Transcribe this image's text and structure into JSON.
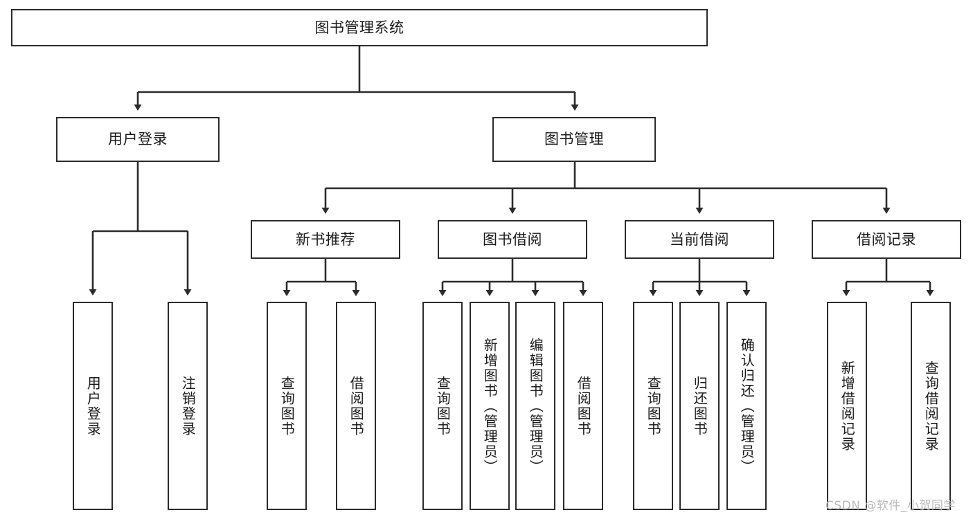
{
  "diagram": {
    "type": "tree-hierarchy-chart",
    "title": "图书管理系统",
    "root": {
      "id": "root",
      "label": "图书管理系统"
    },
    "level2": [
      {
        "id": "user-login",
        "label": "用户登录"
      },
      {
        "id": "book-management",
        "label": "图书管理"
      }
    ],
    "level3": [
      {
        "id": "new-book-recommend",
        "label": "新书推荐",
        "parent": "book-management"
      },
      {
        "id": "book-borrow",
        "label": "图书借阅",
        "parent": "book-management"
      },
      {
        "id": "current-borrow",
        "label": "当前借阅",
        "parent": "book-management"
      },
      {
        "id": "borrow-record",
        "label": "借阅记录",
        "parent": "book-management"
      }
    ],
    "leaves": [
      {
        "id": "leaf-user-login",
        "label": "用户登录",
        "parent": "user-login"
      },
      {
        "id": "leaf-logout-login",
        "label": "注销登录",
        "parent": "user-login"
      },
      {
        "id": "leaf-query-book-1",
        "label": "查询图书",
        "parent": "new-book-recommend"
      },
      {
        "id": "leaf-borrow-book-1",
        "label": "借阅图书",
        "parent": "new-book-recommend"
      },
      {
        "id": "leaf-query-book-2",
        "label": "查询图书",
        "parent": "book-borrow"
      },
      {
        "id": "leaf-add-book",
        "label": "新增图书（管理员）",
        "parent": "book-borrow"
      },
      {
        "id": "leaf-edit-book",
        "label": "编辑图书（管理员）",
        "parent": "book-borrow"
      },
      {
        "id": "leaf-borrow-book-2",
        "label": "借阅图书",
        "parent": "book-borrow"
      },
      {
        "id": "leaf-query-book-3",
        "label": "查询图书",
        "parent": "current-borrow"
      },
      {
        "id": "leaf-return-book",
        "label": "归还图书",
        "parent": "current-borrow"
      },
      {
        "id": "leaf-confirm-return",
        "label": "确认归还（管理员）",
        "parent": "current-borrow"
      },
      {
        "id": "leaf-add-record",
        "label": "新增借阅记录",
        "parent": "borrow-record"
      },
      {
        "id": "leaf-query-record",
        "label": "查询借阅记录",
        "parent": "borrow-record"
      }
    ],
    "colors": {
      "stroke": "#2b2b2b",
      "fill": "#ffffff",
      "text": "#1a1a1a",
      "watermark": "#b9b9b9"
    }
  },
  "watermark": {
    "text": "CSDN @软件_小贺同学"
  }
}
